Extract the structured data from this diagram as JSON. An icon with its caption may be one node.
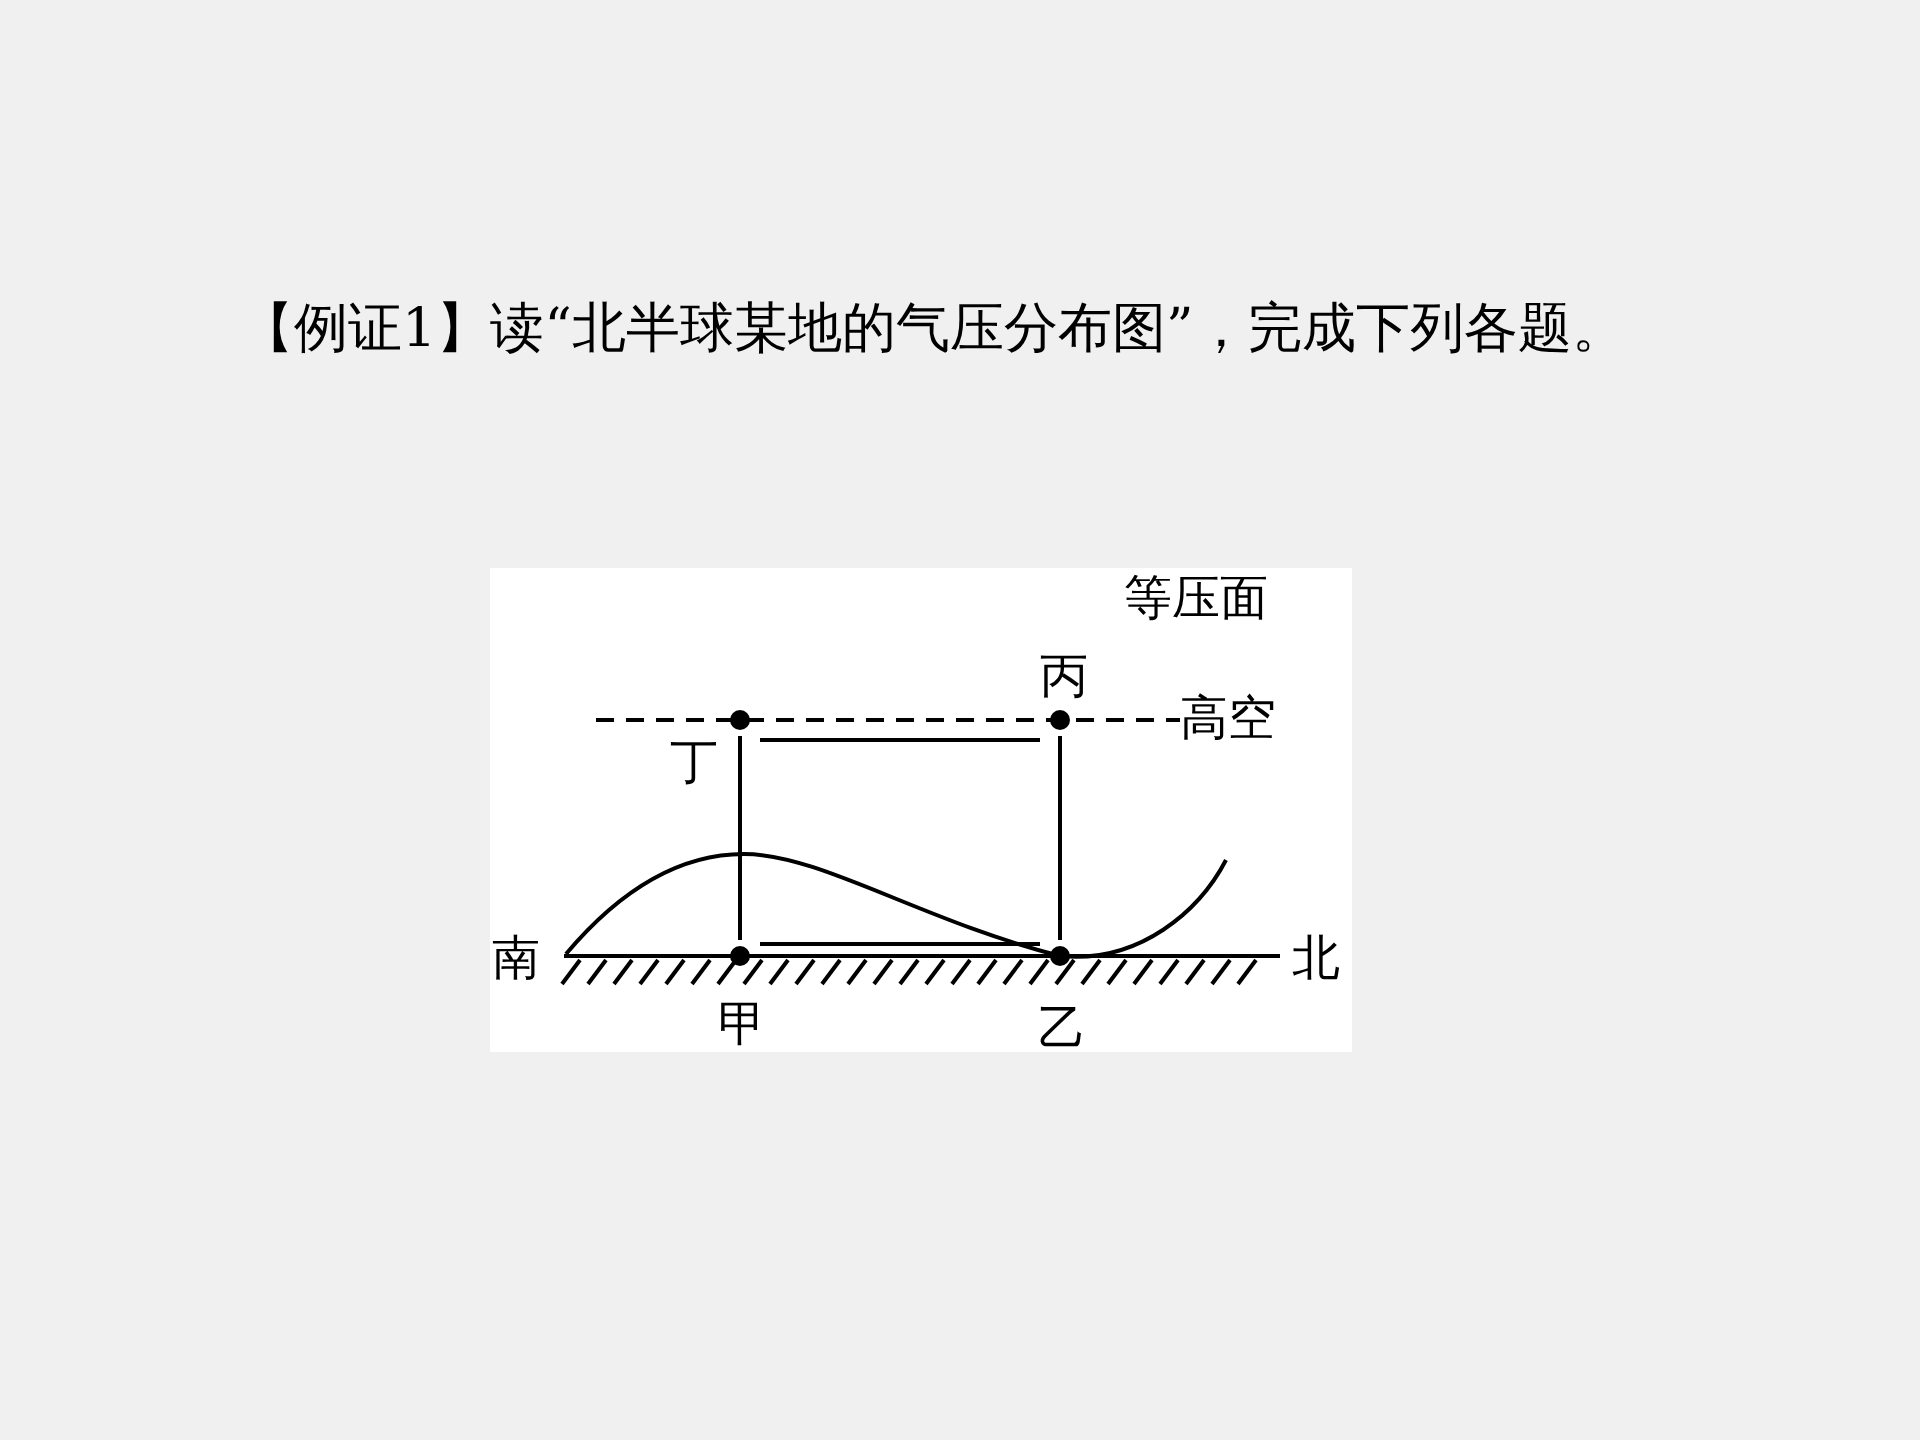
{
  "diagram": {
    "title": "【例证1】读“北半球某地的气压分布图”，完成下列各题。",
    "nodes": [
      {
        "text": [
          "丁"
        ]
      },
      {
        "text": [
          "丙"
        ]
      },
      {
        "text": [
          "甲"
        ]
      },
      {
        "text": [
          "乙"
        ]
      }
    ],
    "edges": [
      {
        "from": 0,
        "to": 1,
        "arrow": "none"
      },
      {
        "from": 1,
        "to": 3,
        "arrow": "none"
      },
      {
        "from": 3,
        "to": 2,
        "arrow": "none"
      },
      {
        "from": 2,
        "to": 0,
        "arrow": "none"
      }
    ],
    "labels": [
      "等压面",
      "高空",
      "南",
      "北"
    ]
  }
}
